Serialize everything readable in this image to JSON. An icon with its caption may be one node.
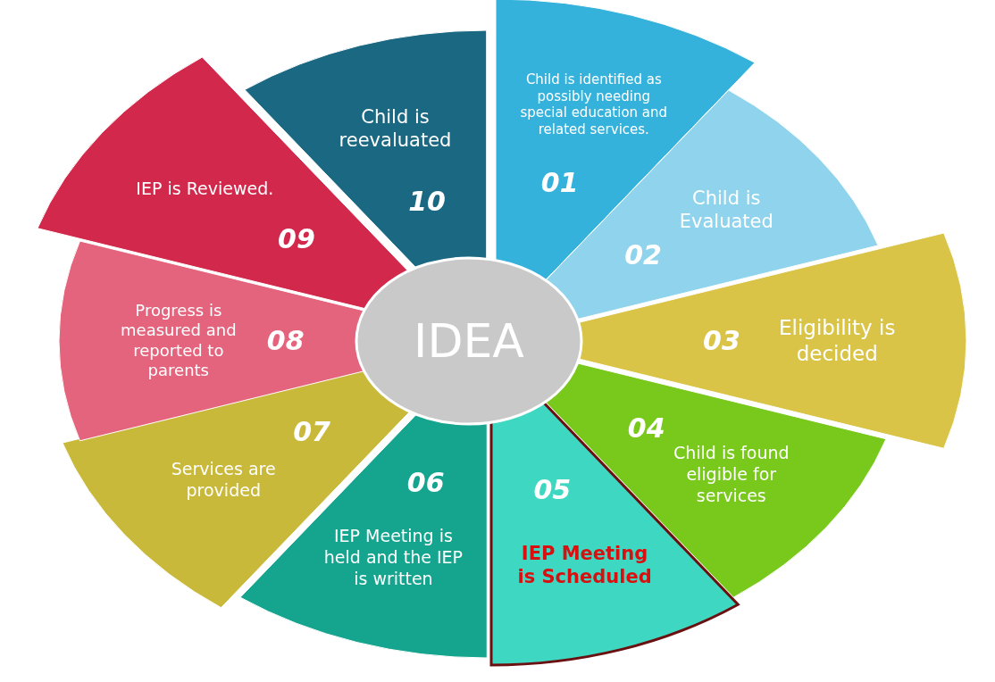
{
  "diagram": {
    "nodes": [
      {
        "text": [
          "IDEA"
        ]
      },
      {
        "text": [
          "Child is identified as possibly needing special education and related services.",
          "01"
        ]
      },
      {
        "text": [
          "Child is Evaluated",
          "02"
        ]
      },
      {
        "text": [
          "03",
          "Eligibility is decided"
        ]
      },
      {
        "text": [
          "04",
          "Child is found eligible for services"
        ]
      },
      {
        "text": [
          "05",
          "IEP Meeting is Scheduled"
        ]
      },
      {
        "text": [
          "06",
          "IEP Meeting is held and the IEP is written"
        ]
      },
      {
        "text": [
          "07",
          "Services are provided"
        ]
      },
      {
        "text": [
          "Progress is measured and reported to parents",
          "08"
        ]
      },
      {
        "text": [
          "IEP is Reviewed.",
          "09"
        ]
      },
      {
        "text": [
          "Child is reevaluated",
          "10"
        ]
      }
    ],
    "edges": []
  }
}
